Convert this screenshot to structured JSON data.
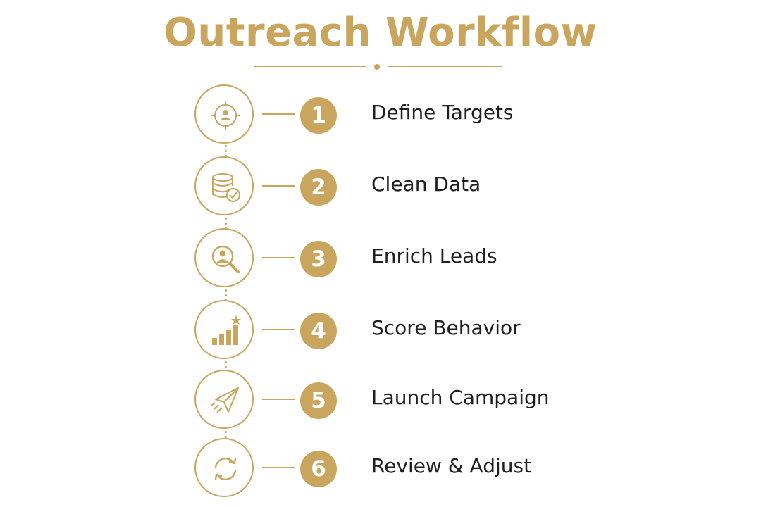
{
  "title": "Outreach Workflow",
  "accent_color": "#c9a55e",
  "steps": [
    {
      "number": "1",
      "label": "Define Targets",
      "icon": "target-person-icon"
    },
    {
      "number": "2",
      "label": "Clean Data",
      "icon": "database-check-icon"
    },
    {
      "number": "3",
      "label": "Enrich Leads",
      "icon": "person-search-icon"
    },
    {
      "number": "4",
      "label": "Score Behavior",
      "icon": "bar-chart-star-icon"
    },
    {
      "number": "5",
      "label": "Launch Campaign",
      "icon": "paper-plane-icon"
    },
    {
      "number": "6",
      "label": "Review & Adjust",
      "icon": "refresh-cycle-icon"
    }
  ]
}
